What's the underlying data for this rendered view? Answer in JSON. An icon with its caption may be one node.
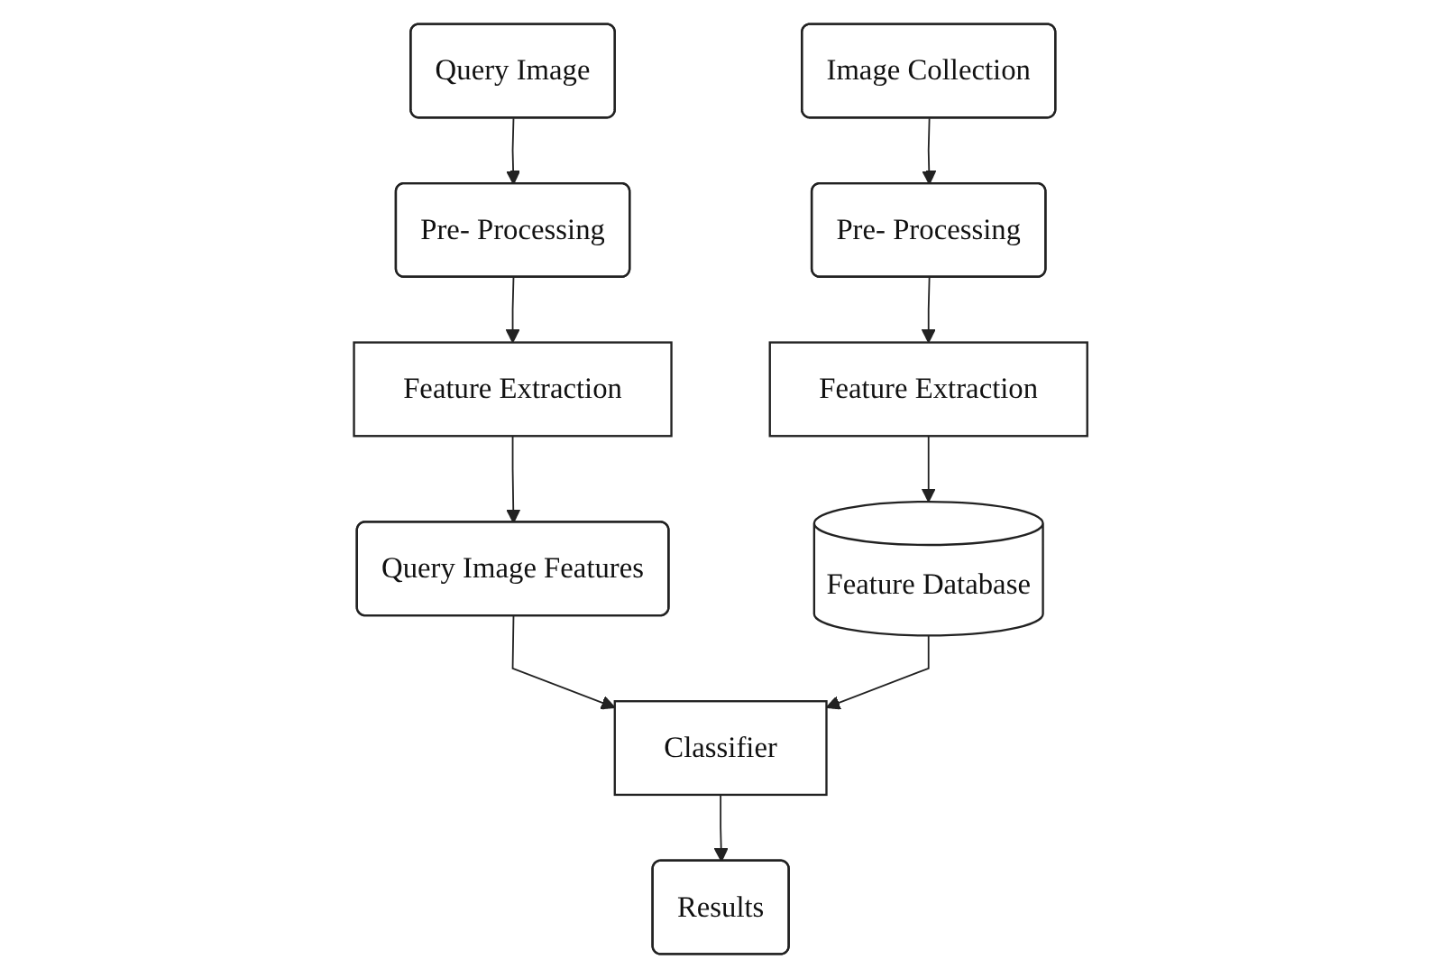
{
  "diagram": {
    "nodes": [
      {
        "text": [
          "Query Image"
        ]
      },
      {
        "text": [
          "Pre- Processing"
        ]
      },
      {
        "text": [
          "Feature Extraction"
        ]
      },
      {
        "text": [
          "Query Image Features"
        ]
      },
      {
        "text": [
          "Image Collection"
        ]
      },
      {
        "text": [
          "Pre- Processing"
        ]
      },
      {
        "text": [
          "Feature Extraction"
        ]
      },
      {
        "text": [
          "Feature Database"
        ]
      },
      {
        "text": [
          "Classifier"
        ]
      },
      {
        "text": [
          "Results"
        ]
      }
    ],
    "edges": [
      {
        "from": 0,
        "to": 1,
        "arrow": "to"
      },
      {
        "from": 1,
        "to": 2,
        "arrow": "to"
      },
      {
        "from": 2,
        "to": 3,
        "arrow": "to"
      },
      {
        "from": 4,
        "to": 5,
        "arrow": "to"
      },
      {
        "from": 5,
        "to": 6,
        "arrow": "to"
      },
      {
        "from": 6,
        "to": 7,
        "arrow": "to"
      },
      {
        "from": 3,
        "to": 8,
        "arrow": "to"
      },
      {
        "from": 7,
        "to": 8,
        "arrow": "to"
      },
      {
        "from": 8,
        "to": 9,
        "arrow": "to"
      }
    ]
  }
}
